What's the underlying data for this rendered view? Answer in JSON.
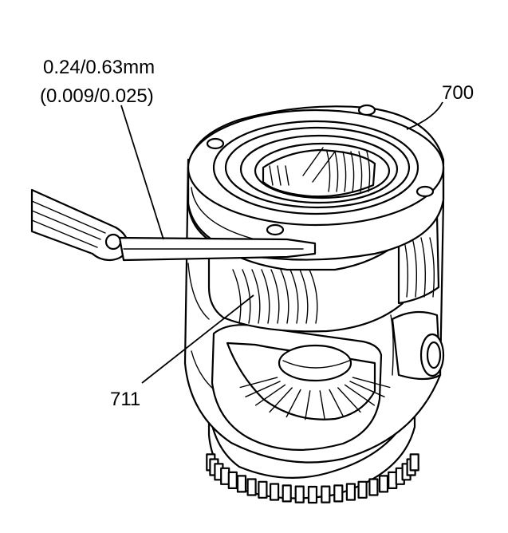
{
  "labels": {
    "clearance_mm": "0.24/0.63mm",
    "clearance_in": "(0.009/0.025)",
    "part_700": "700",
    "part_711": "711"
  },
  "colors": {
    "ink": "#000000",
    "paper": "#ffffff"
  }
}
